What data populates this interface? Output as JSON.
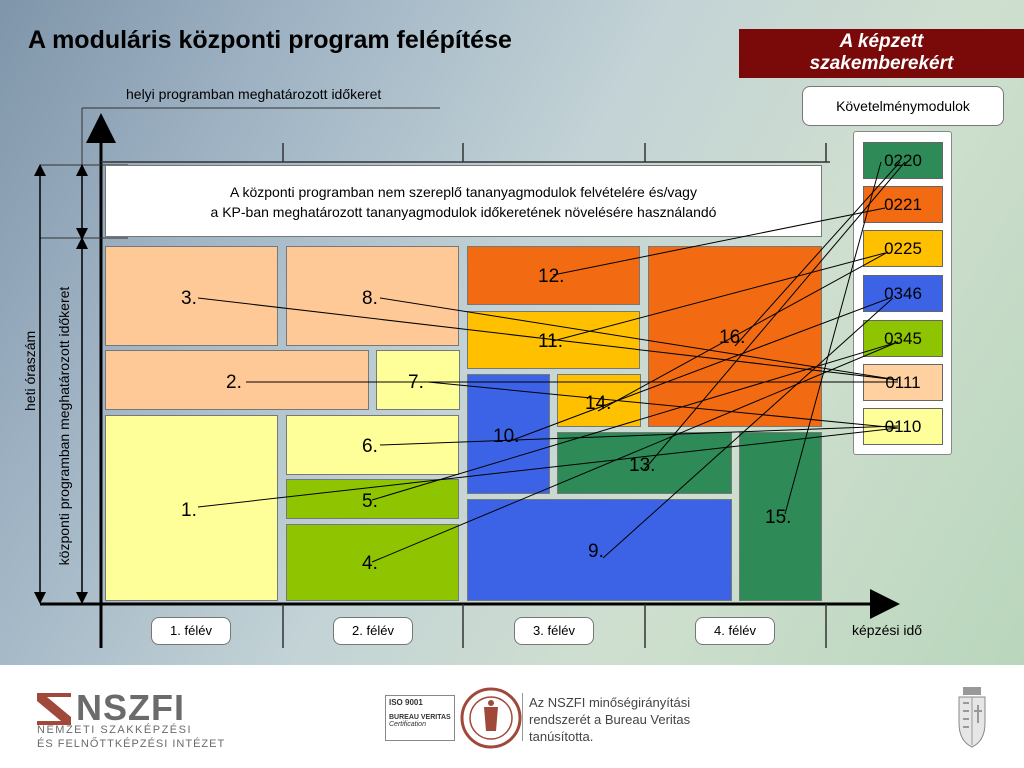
{
  "title": "A moduláris központi program felépítése",
  "banner": "A képzett szakemberekért",
  "requirements_label": "Követelménymodulok",
  "local_timeframe_label": "helyi programban meghatározott időkeret",
  "weekly_hours_label": "heti óraszám",
  "central_timeframe_label": "központi programban meghatározott időkeret",
  "training_time_label": "képzési idő",
  "notice_line1": "A központi programban nem szereplő tananyagmodulok felvételére és/vagy",
  "notice_line2": "a KP-ban meghatározott tananyagmodulok időkeretének növelésére használandó",
  "semesters": [
    "1. félév",
    "2. félév",
    "3. félév",
    "4. félév"
  ],
  "blocks": {
    "b1": "1.",
    "b2": "2.",
    "b3": "3.",
    "b4": "4.",
    "b5": "5.",
    "b6": "6.",
    "b7": "7.",
    "b8": "8.",
    "b9": "9.",
    "b10": "10.",
    "b11": "11.",
    "b12": "12.",
    "b13": "13.",
    "b14": "14.",
    "b15": "15.",
    "b16": "16."
  },
  "modules": [
    {
      "code": "0220",
      "color": "#2e8b57"
    },
    {
      "code": "0221",
      "color": "#f26b12"
    },
    {
      "code": "0225",
      "color": "#ffc000"
    },
    {
      "code": "0346",
      "color": "#3c63e6"
    },
    {
      "code": "0345",
      "color": "#8fc400"
    },
    {
      "code": "0111",
      "color": "#ffd0a0"
    },
    {
      "code": "0110",
      "color": "#ffff99"
    }
  ],
  "footer": {
    "logo_text": "NSZFI",
    "org_line1": "NEMZETI SZAKKÉPZÉSI",
    "org_line2": "ÉS FELNŐTTKÉPZÉSI INTÉZET",
    "cert_iso": "ISO 9001",
    "cert_bv": "BUREAU VERITAS",
    "cert_cert": "Certification",
    "quality_line1": "Az NSZFI minőségirányítási",
    "quality_line2": "rendszerét a Bureau Veritas",
    "quality_line3": "tanúsította."
  }
}
